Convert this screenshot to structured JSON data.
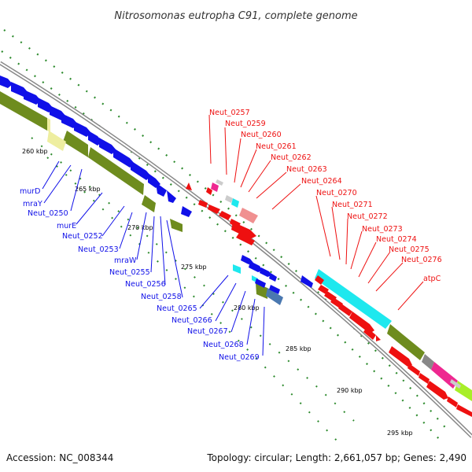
{
  "title": "Nitrosomonas eutropha C91, complete genome",
  "footer": {
    "accession": "Accession: NC_008344",
    "summary": "Topology: circular; Length: 2,661,057 bp; Genes: 2,490"
  },
  "colors": {
    "backbone": "#888888",
    "blue_genes": "#1010e8",
    "red_genes": "#ee1010",
    "cyan": "#1ee8ee",
    "olive": "#6e8c1e",
    "pale_yellow": "#eeeea0",
    "tick_green": "#2e8b2e",
    "pink": "#ee2890",
    "lime": "#a8ee28",
    "steel": "#4a78b0",
    "salmon": "#f09090"
  },
  "kbp_labels": [
    "260 kbp",
    "265 kbp",
    "270 kbp",
    "275 kbp",
    "280 kbp",
    "285 kbp",
    "290 kbp",
    "295 kbp"
  ],
  "blue_labels": [
    "murD",
    "mraY",
    "Neut_0250",
    "murE",
    "Neut_0252",
    "Neut_0253",
    "mraW",
    "Neut_0255",
    "Neut_0256",
    "Neut_0258",
    "Neut_0265",
    "Neut_0266",
    "Neut_0267",
    "Neut_0268",
    "Neut_0269"
  ],
  "red_labels": [
    "Neut_0257",
    "Neut_0259",
    "Neut_0260",
    "Neut_0261",
    "Neut_0262",
    "Neut_0263",
    "Neut_0264",
    "Neut_0270",
    "Neut_0271",
    "Neut_0272",
    "Neut_0273",
    "Neut_0274",
    "Neut_0275",
    "Neut_0276",
    "atpC"
  ]
}
